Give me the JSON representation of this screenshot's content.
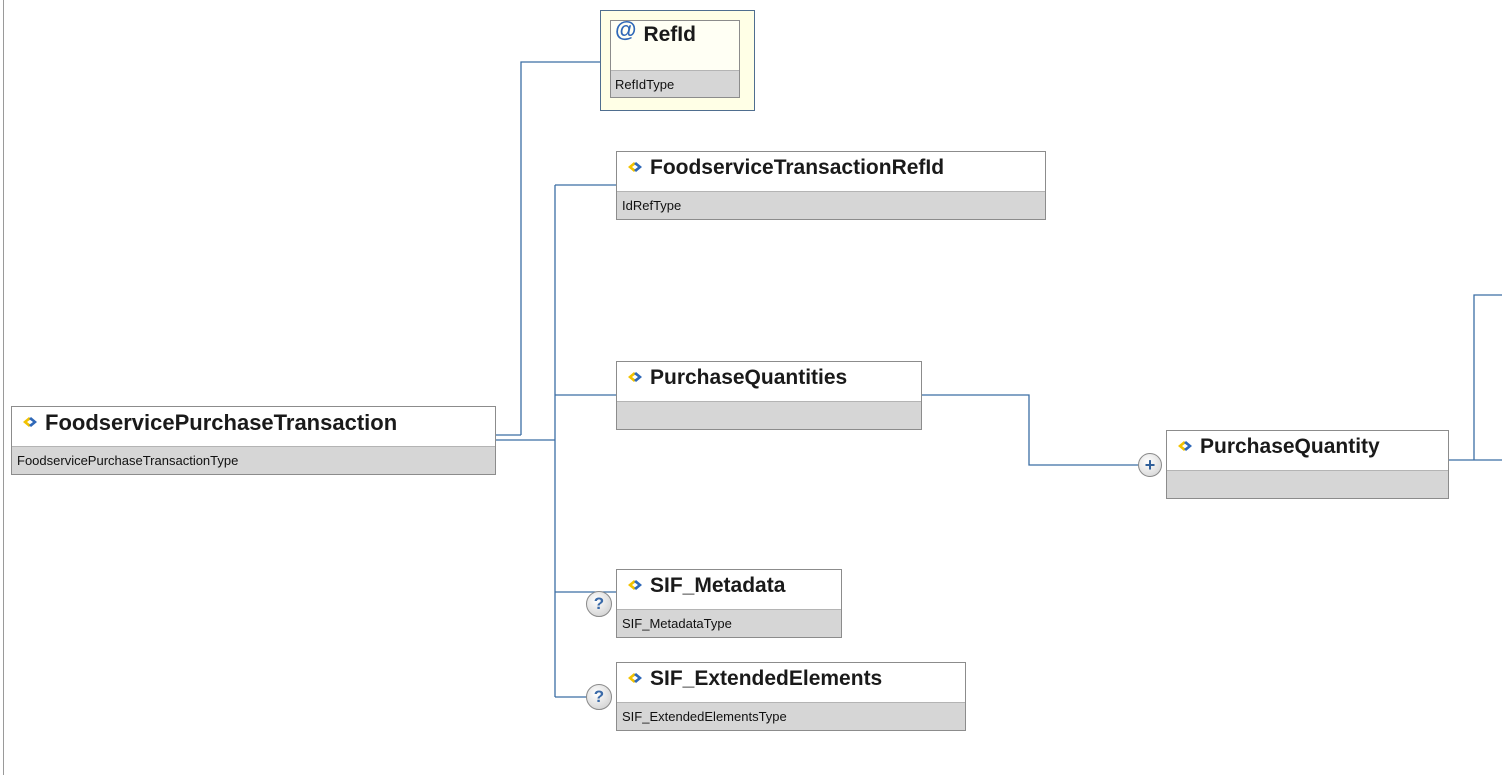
{
  "root": {
    "name": "FoodservicePurchaseTransaction",
    "type": "FoodservicePurchaseTransactionType"
  },
  "attribute": {
    "name": "RefId",
    "type": "RefIdType"
  },
  "children": {
    "transaction_ref": {
      "name": "FoodserviceTransactionRefId",
      "type": "IdRefType"
    },
    "purchase_quantities": {
      "name": "PurchaseQuantities",
      "type": ""
    },
    "purchase_quantity": {
      "name": "PurchaseQuantity",
      "type": ""
    },
    "sif_metadata": {
      "name": "SIF_Metadata",
      "type": "SIF_MetadataType"
    },
    "sif_extended": {
      "name": "SIF_ExtendedElements",
      "type": "SIF_ExtendedElementsType"
    }
  },
  "badges": {
    "optional": "?",
    "expand": "+"
  },
  "icons": {
    "element": "element-icon",
    "attribute": "at-sign-icon",
    "optional": "question-mark-icon",
    "expand": "plus-icon"
  },
  "colors": {
    "connector": "#3b6ea5",
    "icon_blue": "#2f68b8",
    "icon_yellow": "#f2c200",
    "type_bar": "#d6d6d6"
  }
}
